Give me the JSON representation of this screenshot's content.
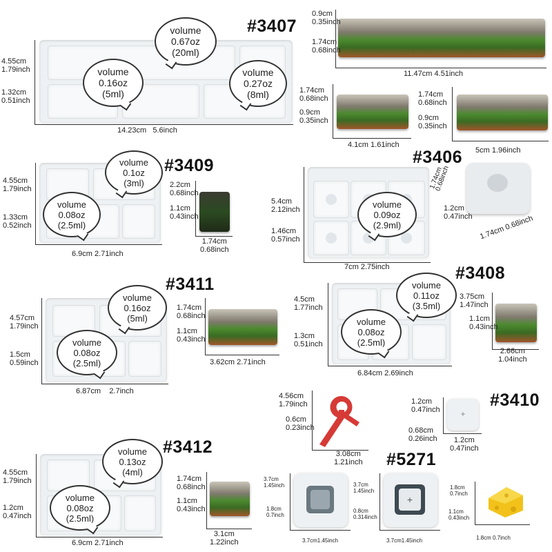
{
  "m3407": {
    "code": "#3407",
    "h1": "4.55cm",
    "h1i": "1.79inch",
    "h2": "1.32cm",
    "h2i": "0.51inch",
    "w": "14.23cm",
    "wi": "5.6inch",
    "b1": [
      "volume",
      "0.67oz",
      "(20ml)"
    ],
    "b2": [
      "volume",
      "0.16oz",
      "(5ml)"
    ],
    "b3": [
      "volume",
      "0.27oz",
      "(8ml)"
    ],
    "cap_long": {
      "h1": "0.9cm",
      "h1i": "0.35inch",
      "h2": "1.74cm",
      "h2i": "0.68inch",
      "w": "11.47cm",
      "wi": "4.51inch"
    },
    "cap_a": {
      "h1": "1.74cm",
      "h1i": "0.68inch",
      "h2": "0.9cm",
      "h2i": "0.35inch",
      "w": "4.1cm",
      "wi": "1.61inch"
    },
    "cap_b": {
      "h1": "1.74cm",
      "h1i": "0.68inch",
      "h2": "0.9cm",
      "h2i": "0.35inch",
      "w": "5cm",
      "wi": "1.96inch"
    }
  },
  "m3409": {
    "code": "#3409",
    "h1": "4.55cm",
    "h1i": "1.79inch",
    "h2": "1.33cm",
    "h2i": "0.52inch",
    "w": "6.9cm",
    "wi": "2.71inch",
    "b1": [
      "volume",
      "0.1oz",
      "(3ml)"
    ],
    "b2": [
      "volume",
      "0.08oz",
      "(2.5ml)"
    ],
    "cap": {
      "h1": "2.2cm",
      "h1i": "0.68inch",
      "h2": "1.1cm",
      "h2i": "0.43inch",
      "w": "1.74cm",
      "wi": "0.68inch"
    }
  },
  "m3406": {
    "code": "#3406",
    "h1": "5.4cm",
    "h1i": "2.12inch",
    "h2": "1.46cm",
    "h2i": "0.57inch",
    "w": "7cm",
    "wi": "2.75inch",
    "b1": [
      "volume",
      "0.09oz",
      "(2.9ml)"
    ],
    "cap": {
      "h1": "1.74cm",
      "h1i": "0.68inch",
      "h2": "1.2cm",
      "h2i": "0.47inch",
      "w": "1.74cm",
      "wi": "0.68inch"
    }
  },
  "m3411": {
    "code": "#3411",
    "h1": "4.57cm",
    "h1i": "1.79inch",
    "h2": "1.5cm",
    "h2i": "0.59inch",
    "w": "6.87cm",
    "wi": "2.7inch",
    "b1": [
      "volume",
      "0.16oz",
      "(5ml)"
    ],
    "b2": [
      "volume",
      "0.08oz",
      "(2.5ml)"
    ],
    "cap": {
      "h1": "1.74cm",
      "h1i": "0.68inch",
      "h2": "1.1cm",
      "h2i": "0.43inch",
      "w": "3.62cm",
      "wi": "2.71inch"
    }
  },
  "m3408": {
    "code": "#3408",
    "h1": "4.5cm",
    "h1i": "1.77inch",
    "h2": "1.3cm",
    "h2i": "0.51inch",
    "w": "6.84cm",
    "wi": "2.69inch",
    "b1": [
      "volume",
      "0.11oz",
      "(3.5ml)"
    ],
    "b2": [
      "volume",
      "0.08oz",
      "(2.5ml)"
    ],
    "cap": {
      "h1": "3.75cm",
      "h1i": "1.47inch",
      "h2": "1.1cm",
      "h2i": "0.43inch",
      "w": "2.66cm",
      "wi": "1.04inch"
    }
  },
  "tool": {
    "h1": "4.56cm",
    "h1i": "1.79inch",
    "h2": "0.6cm",
    "h2i": "0.23inch",
    "w": "3.08cm",
    "wi": "1.21inch"
  },
  "m3410": {
    "code": "#3410",
    "h1": "1.2cm",
    "h1i": "0.47inch",
    "h2": "0.68cm",
    "h2i": "0.26inch",
    "w": "1.2cm",
    "wi": "0.47inch"
  },
  "m3412": {
    "code": "#3412",
    "h1": "4.55cm",
    "h1i": "1.79inch",
    "h2": "1.2cm",
    "h2i": "0.47inch",
    "w": "6.9cm",
    "wi": "2.71inch",
    "b1": [
      "volume",
      "0.13oz",
      "(4ml)"
    ],
    "b2": [
      "volume",
      "0.08oz",
      "(2.5ml)"
    ],
    "cap": {
      "h1": "1.74cm",
      "h1i": "0.68inch",
      "h2": "1.1cm",
      "h2i": "0.43inch",
      "w": "3.1cm",
      "wi": "1.22inch"
    }
  },
  "m5271": {
    "code": "#5271",
    "a": {
      "h1": "3.7cm",
      "h1i": "1.45inch",
      "h2": "1.8cm",
      "h2i": "0.7inch",
      "w": "3.7cm1.45inch"
    },
    "b": {
      "h1": "3.7cm",
      "h1i": "1.45inch",
      "h2": "0.8cm",
      "h2i": "0.314inch",
      "w": "3.7cm1.45inch"
    },
    "cheese": {
      "h1": "1.8cm",
      "h1i": "0.7inch",
      "h2": "1.1cm",
      "h2i": "0.43inch",
      "w": "1.8cm 0.7inch"
    }
  }
}
